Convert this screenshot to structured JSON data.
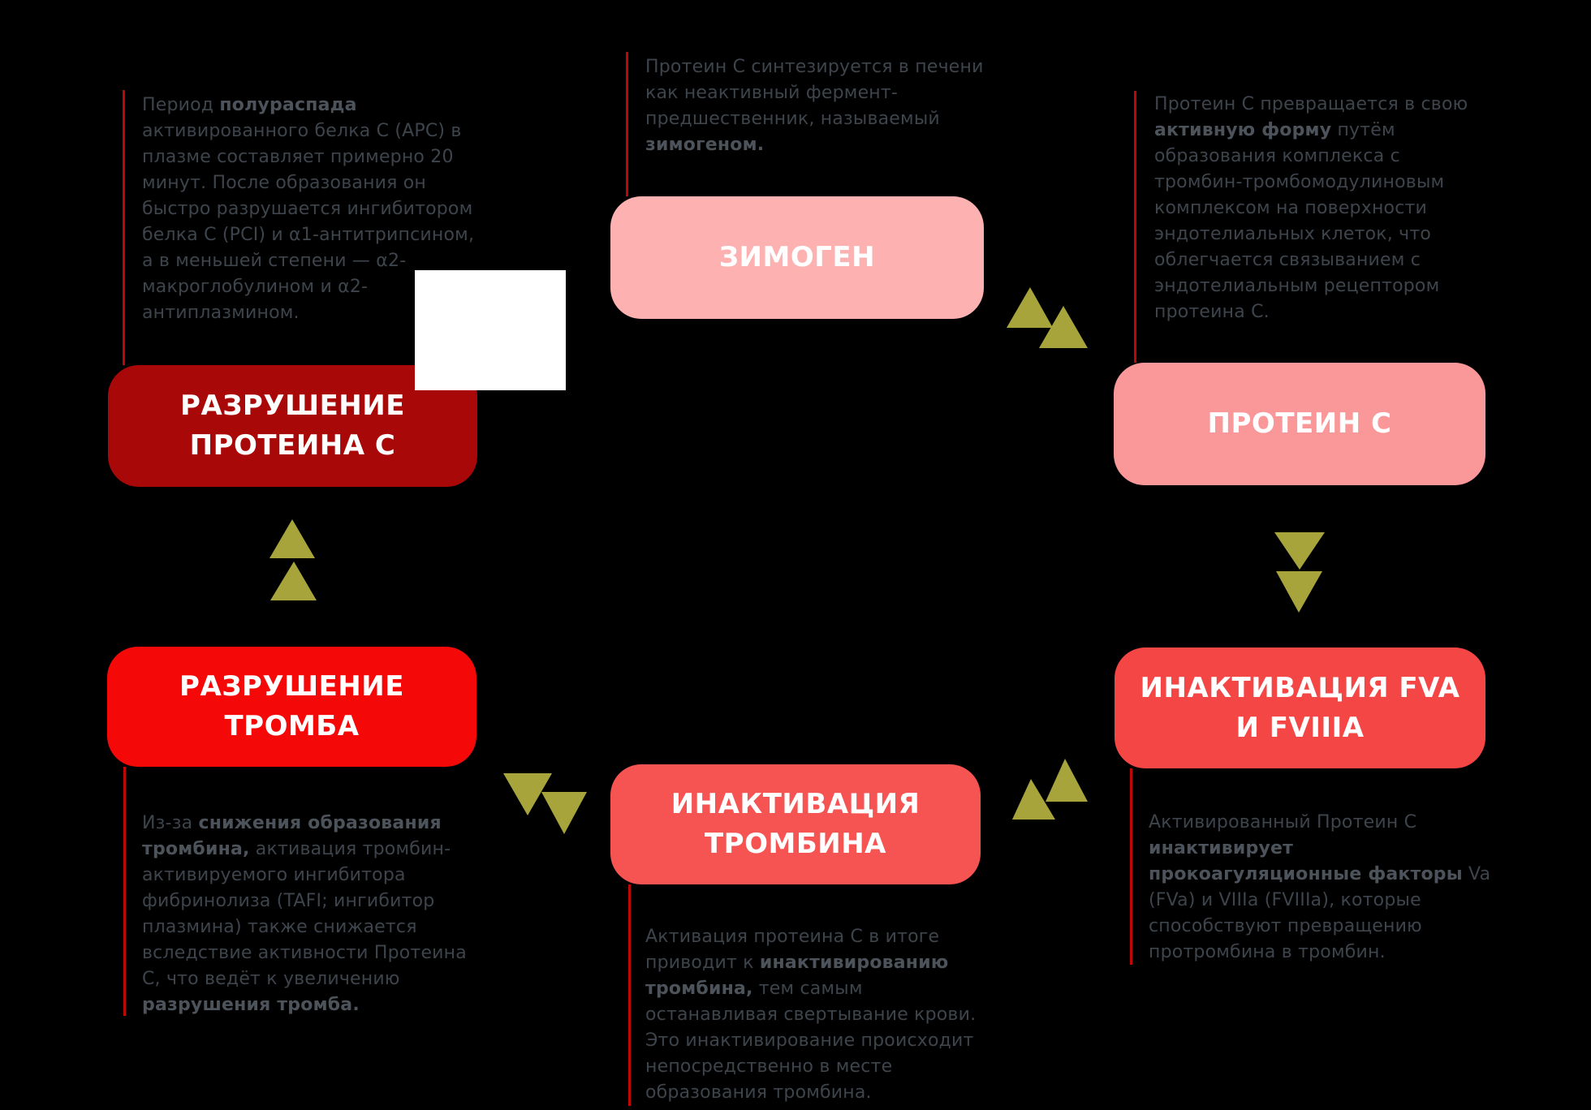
{
  "colors": {
    "background": "#000000",
    "box_zymogen": "#FDB1B1",
    "box_protein_c": "#FA9899",
    "box_fva": "#F54646",
    "box_thrombin": "#F65353",
    "box_clot": "#F50808",
    "box_protein_destruction": "#A90808",
    "box_label": "#FFFFFF",
    "arrow": "#A7A43C",
    "connector": "#BE0808",
    "body_text": "#3E444C",
    "body_text_bold": "#4D535B",
    "placeholder": "#FFFFFF"
  },
  "boxes": {
    "zymogen": {
      "label": "ЗИМОГЕН"
    },
    "protein_c": {
      "label": "ПРОТЕИН C"
    },
    "fva": {
      "label": "ИНАКТИВАЦИЯ FVA\nИ FVIIIA"
    },
    "thrombin": {
      "label": "ИНАКТИВАЦИЯ\nТРОМБИНА"
    },
    "clot": {
      "label": "РАЗРУШЕНИЕ\nТРОМБА"
    },
    "protein_destruction": {
      "label": "РАЗРУШЕНИЕ\nПРОТЕИНА C"
    }
  },
  "notes": {
    "top_left": "Период **полураспада**\nактивированного белка C (APC) в\nплазме составляет примерно 20\nминут. После образования он\nбыстро разрушается ингибитором\nбелка C (PCI) и α1-антитрипсином,\nа в меньшей степени — α2-\nмакроглобулином и α2-\nантиплазмином.",
    "top_center": "Протеин C синтезируется в печени\nкак неактивный фермент-\nпредшественник, называемый\n**зимогеном.**",
    "top_right": "Протеин C превращается в свою\n**активную форму** путём\nобразования комплекса с\nтромбин-тромбомодулиновым\nкомплексом на поверхности\nэндотелиальных клеток, что\nоблегчается связыванием с\nэндотелиальным рецептором\nпротеина C.",
    "bottom_right": "Активированный Протеин C\n**инактивирует**\n**прокоагуляционные факторы** Va\n(FVa) и VIIIa (FVIIIa), которые\nспособствуют превращению\nпротромбина в тромбин.",
    "bottom_center": "Активация протеина C в итоге\nприводит к **инактивированию**\n**тромбина,** тем самым\nостанавливая свертывание крови.\nЭто инактивирование происходит\nнепосредственно в месте\nобразования тромбина.",
    "bottom_left": "Из-за **снижения образования**\n**тромбина,** активация тромбин-\nактивируемого ингибитора\nфибринолиза (TAFI; ингибитор\nплазмина) также снижается\nвследствие активности Протеина\nC, что ведёт к увеличению\n**разрушения тромба.**"
  },
  "arrows": {
    "zymogen_protein_c": "double-triangle-up",
    "protein_c_fva": "double-triangle-down",
    "fva_thrombin": "double-triangle-up",
    "thrombin_clot": "double-triangle-down",
    "clot_protein_destruction": "double-triangle-up"
  }
}
